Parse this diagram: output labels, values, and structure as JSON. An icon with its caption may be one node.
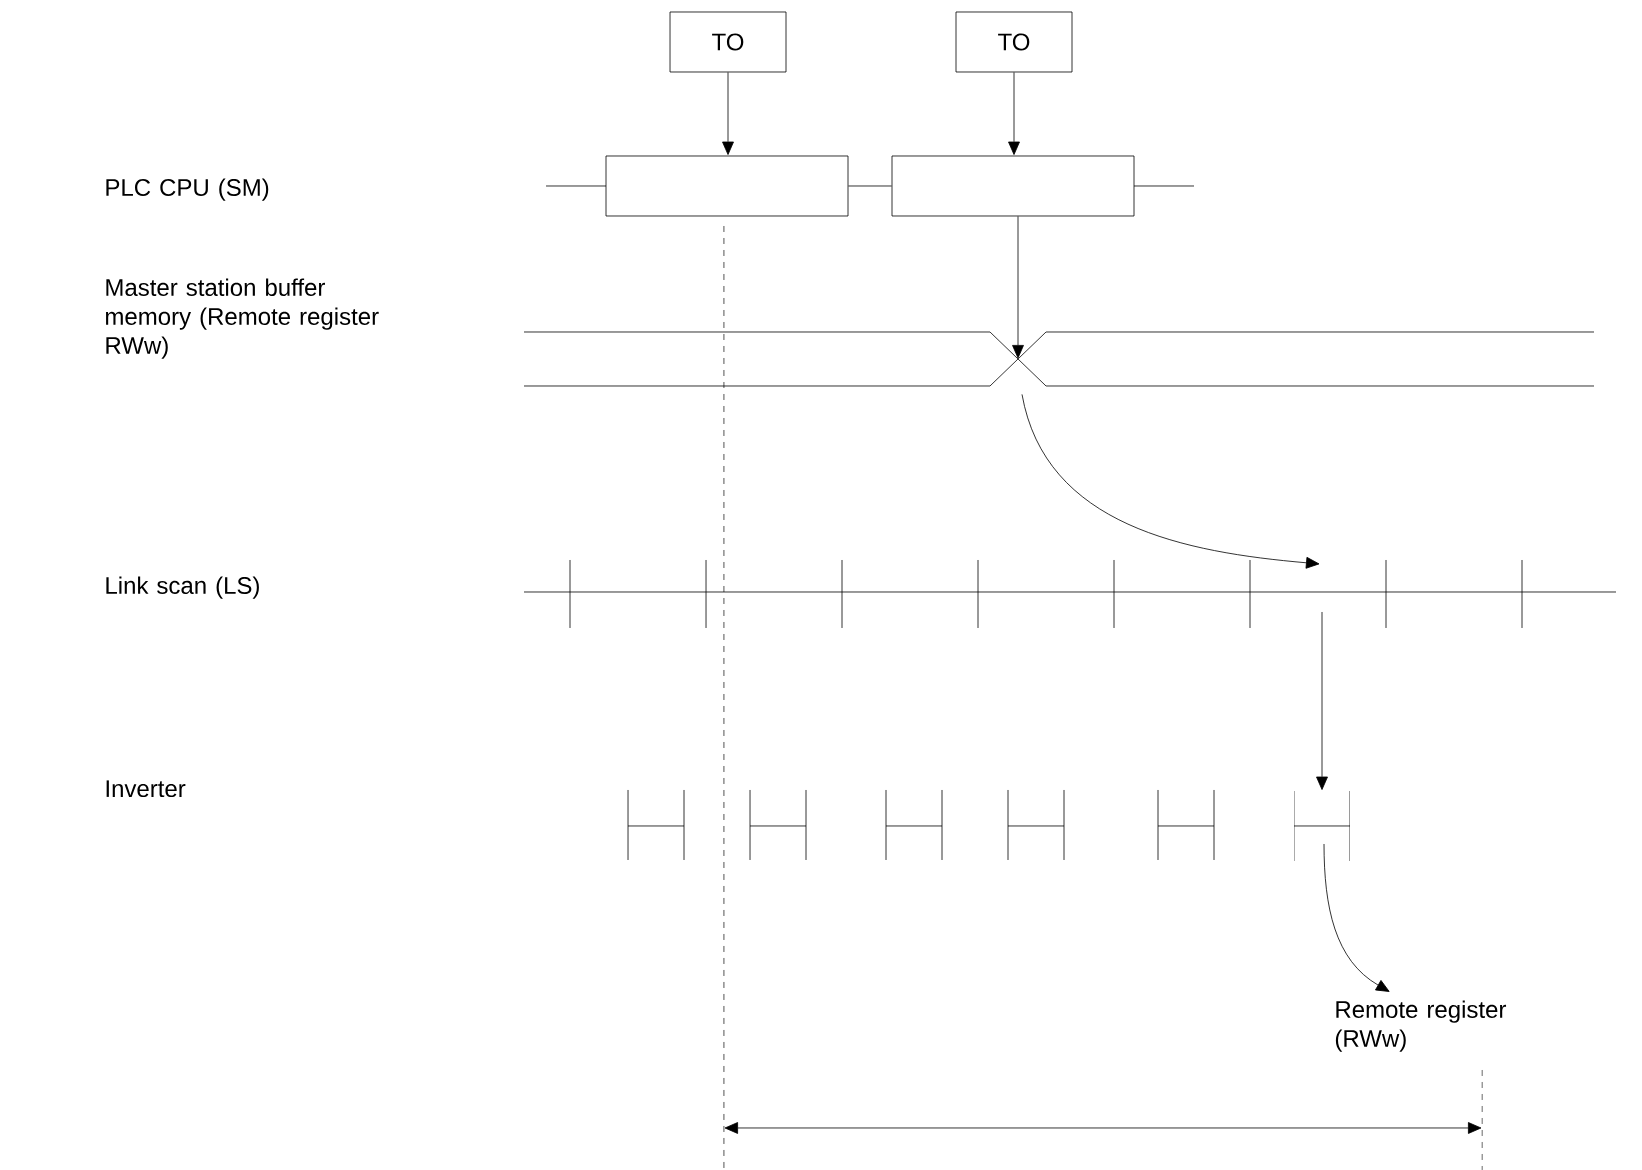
{
  "diagram": {
    "nodes": [
      {
        "text": [
          "TO"
        ]
      },
      {
        "text": [
          "TO"
        ]
      },
      {
        "text": [],
        "shape": "box"
      },
      {
        "text": [],
        "shape": "box"
      },
      {
        "text": [],
        "shape": "cross"
      },
      {
        "text": [],
        "shape": "bar"
      },
      {
        "text": [
          "Remote register (RWw)"
        ]
      }
    ],
    "edges": [
      {
        "from": 0,
        "to": 2,
        "arrow": "to"
      },
      {
        "from": 1,
        "to": 3,
        "arrow": "to"
      },
      {
        "from": 2,
        "to": 3,
        "arrow": "none"
      },
      {
        "from": 3,
        "to": 4,
        "arrow": "to"
      },
      {
        "from": 4,
        "to": null,
        "arrow": "to"
      },
      {
        "from": null,
        "to": 5,
        "arrow": "to"
      },
      {
        "from": 5,
        "to": 6,
        "arrow": "to"
      }
    ],
    "labels": [
      "PLC CPU (SM)",
      "Master station buffer memory (Remote register RWw)",
      "Link scan (LS)",
      "Inverter"
    ]
  }
}
